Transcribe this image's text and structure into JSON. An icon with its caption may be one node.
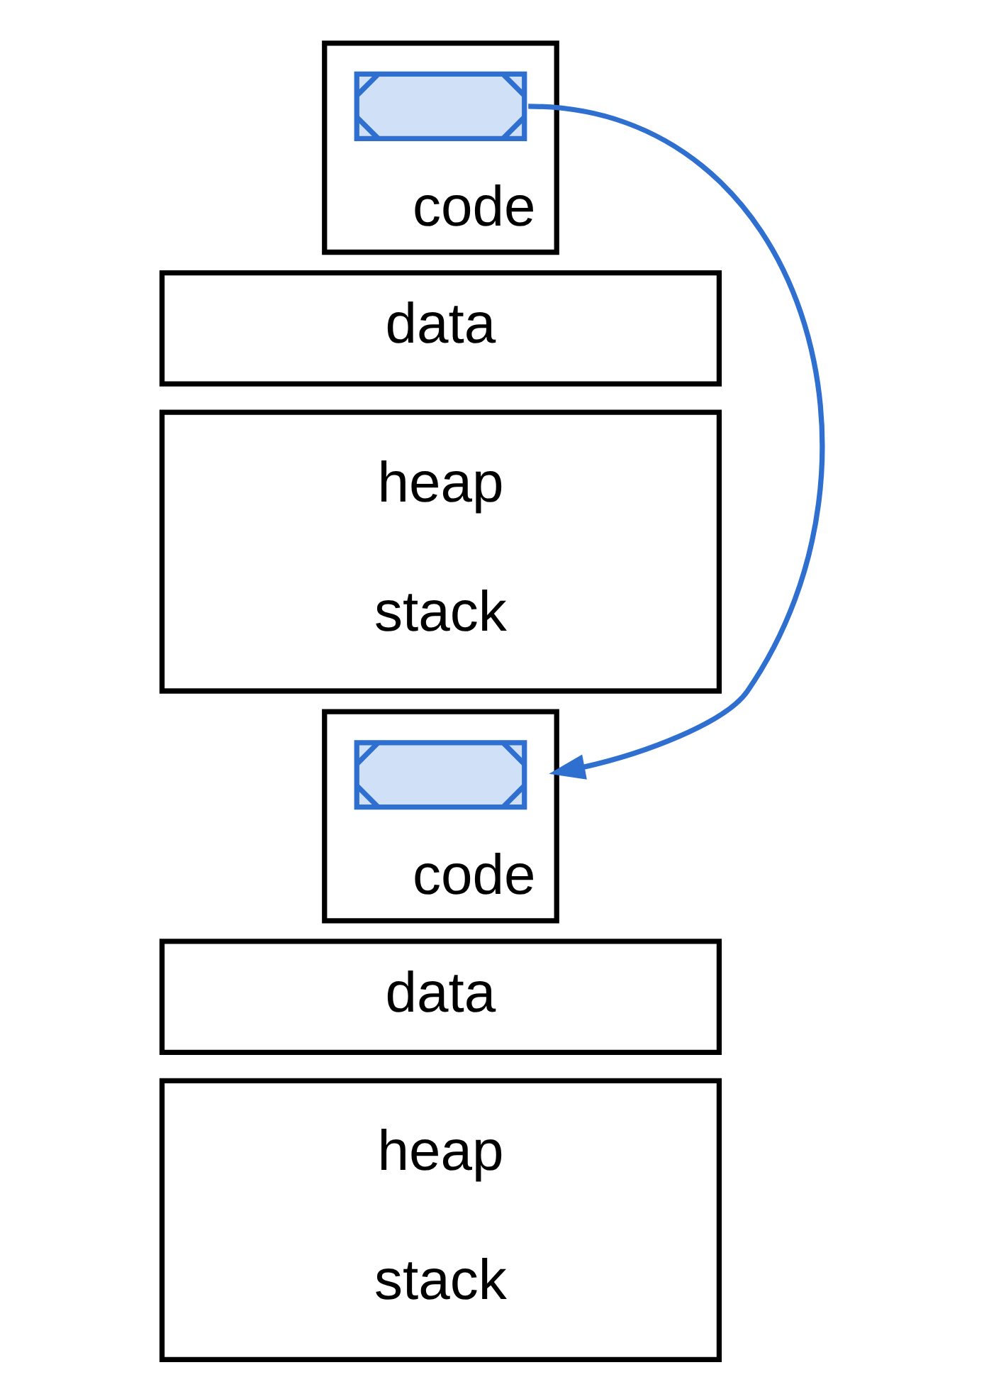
{
  "diagram": {
    "nodes": [
      {
        "text": [
          "code"
        ]
      },
      {
        "text": [],
        "shape": "box",
        "in": 0
      },
      {
        "text": [
          "data"
        ]
      },
      {
        "text": [
          "heap",
          "stack"
        ]
      },
      {
        "text": [
          "code"
        ]
      },
      {
        "text": [],
        "shape": "box",
        "in": 4
      },
      {
        "text": [
          "data"
        ]
      },
      {
        "text": [
          "heap",
          "stack"
        ]
      }
    ],
    "edges": [
      {
        "from": 1,
        "to": 4,
        "arrow": "to",
        "color": "#2f6fd0"
      }
    ]
  }
}
